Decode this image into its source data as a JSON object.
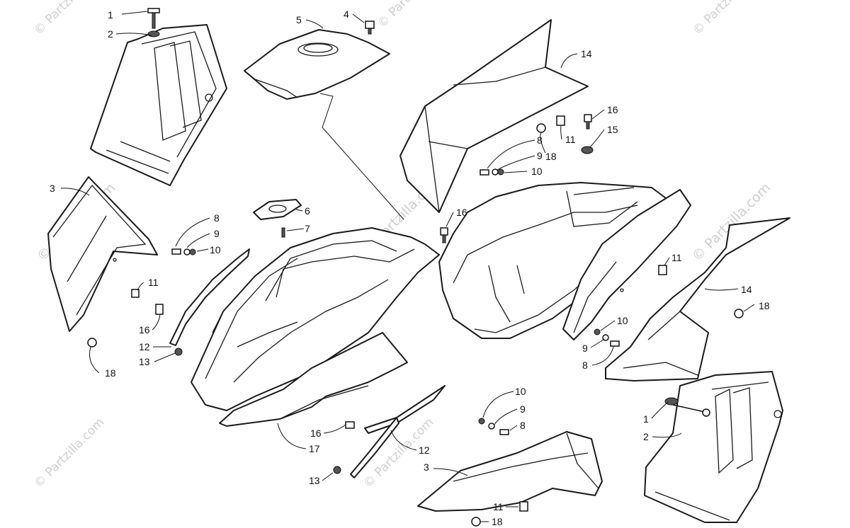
{
  "watermark": "© Partzilla.com",
  "callouts": {
    "c1_top": "1",
    "c2_top": "2",
    "c3_left": "3",
    "c4": "4",
    "c5": "5",
    "c6": "6",
    "c7": "7",
    "c8_mid": "8",
    "c9_mid": "9",
    "c10_mid": "10",
    "c11_left": "11",
    "c16_left": "16",
    "c12_left": "12",
    "c13_left": "13",
    "c18_left": "18",
    "c14_top": "14",
    "c16_top": "16",
    "c15": "15",
    "c11_top": "11",
    "c18_top": "18",
    "c8_top": "8",
    "c9_top": "9",
    "c10_top": "10",
    "c16_center": "16",
    "c11_right": "11",
    "c14_right": "14",
    "c18_right": "18",
    "c10_right": "10",
    "c9_right": "9",
    "c8_right": "8",
    "c1_bottom": "1",
    "c2_bottom": "2",
    "c10_bottom": "10",
    "c9_bottom": "9",
    "c8_bottom": "8",
    "c16_bottom": "16",
    "c17": "17",
    "c12_bottom": "12",
    "c3_bottom": "3",
    "c13_bottom": "13",
    "c11_bottom": "11",
    "c18_bottom": "18"
  }
}
